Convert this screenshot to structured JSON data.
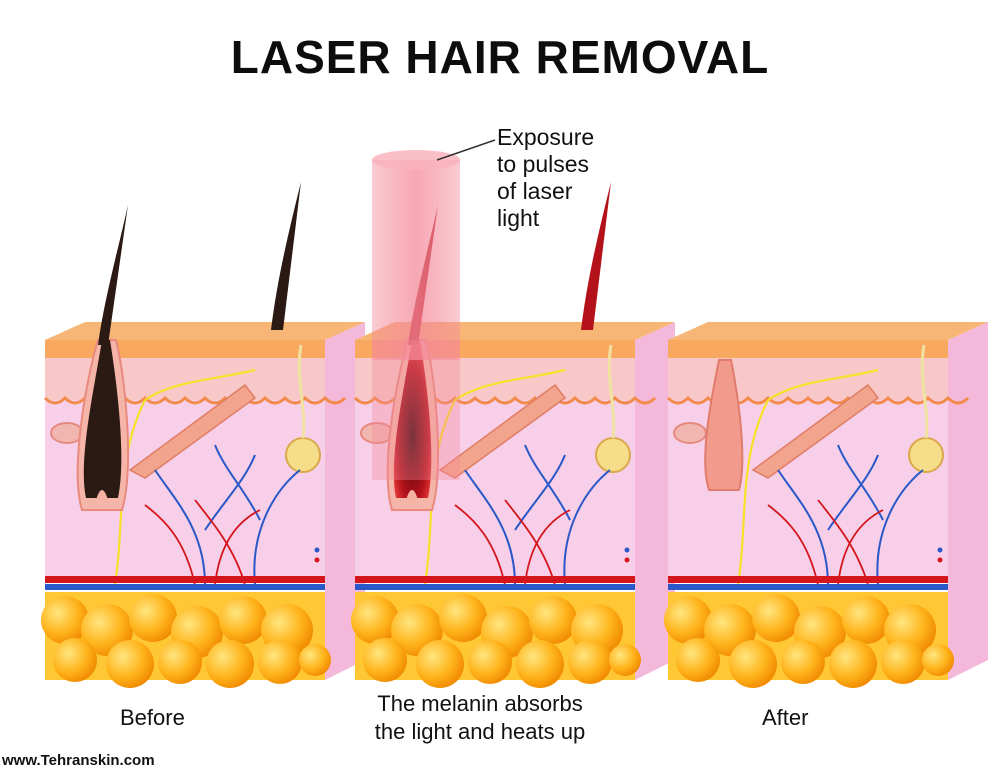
{
  "title": "LASER HAIR REMOVAL",
  "callout": {
    "lines": [
      "Exposure",
      "to pulses",
      "of laser",
      "light"
    ]
  },
  "captions": {
    "before": "Before",
    "middle": [
      "The melanin absorbs",
      "the light and heats up"
    ],
    "after": "After"
  },
  "watermark": "www.Tehranskin.com",
  "colors": {
    "skin_top": "#f7b676",
    "epidermis": "#f8c7c7",
    "dermis": "#f7cfe8",
    "fat": "#ffb41c",
    "vein": "#2a58c8",
    "artery": "#d4151c",
    "nerve": "#f7e02a",
    "laser_beam": "#f48a9a",
    "hair_dark": "#2b1a14",
    "hair_heated": "#b3121b",
    "follicle_after": "#f29a8c"
  },
  "panels": [
    {
      "name": "before",
      "state": "dark-hair"
    },
    {
      "name": "laser",
      "state": "heated-hair"
    },
    {
      "name": "after",
      "state": "destroyed-follicle"
    }
  ]
}
